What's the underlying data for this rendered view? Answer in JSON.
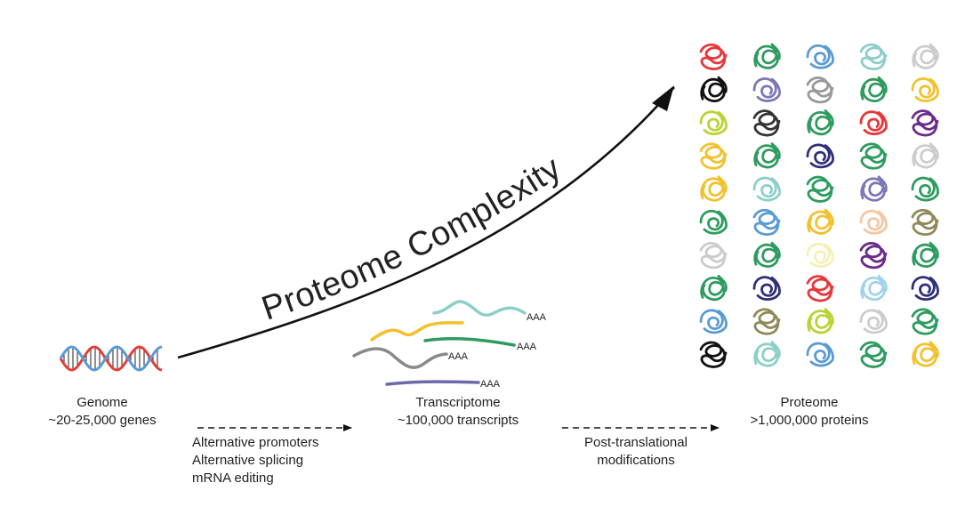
{
  "title": "Proteome Complexity",
  "genome": {
    "name": "Genome",
    "count": "~20-25,000 genes"
  },
  "transcriptome": {
    "name": "Transcriptome",
    "count": "~100,000 transcripts",
    "tail_label": "AAA"
  },
  "proteome": {
    "name": "Proteome",
    "count": ">1,000,000 proteins"
  },
  "steps_1": [
    "Alternative promoters",
    "Alternative splicing",
    "mRNA editing"
  ],
  "steps_2": [
    "Post-translational",
    "modifications"
  ],
  "colors": {
    "dna_red": "#e0413a",
    "dna_blue": "#5b9bd5",
    "arrow": "#111111",
    "transcripts": [
      "#8ccfc8",
      "#f2c12e",
      "#2e9b5f",
      "#8a8a8a",
      "#6a6aa8"
    ],
    "protein_grid": [
      [
        "#e8363a",
        "#2e9b5f",
        "#5b9bd5",
        "#8ccfc8",
        "#cccccc"
      ],
      [
        "#111111",
        "#7b78b8",
        "#9a9a9a",
        "#2e9b5f",
        "#f2c12e"
      ],
      [
        "#b8d432",
        "#333333",
        "#2e9b5f",
        "#e8363a",
        "#6b2b8a"
      ],
      [
        "#f2c12e",
        "#2e9b5f",
        "#2f2f7a",
        "#2e9b5f",
        "#cccccc"
      ],
      [
        "#f2c12e",
        "#8ccfc8",
        "#2e9b5f",
        "#7b78b8",
        "#2e9b5f"
      ],
      [
        "#2e9b5f",
        "#5b9bd5",
        "#f2c12e",
        "#f4c7a0",
        "#8f8a5a"
      ],
      [
        "#cccccc",
        "#2e9b5f",
        "#f5f0b8",
        "#6b2b8a",
        "#2e9b5f"
      ],
      [
        "#2e9b5f",
        "#2f2f7a",
        "#e8363a",
        "#9fd3ea",
        "#2f2f7a"
      ],
      [
        "#5b9bd5",
        "#8f8a5a",
        "#b8d432",
        "#cccccc",
        "#2e9b5f"
      ],
      [
        "#111111",
        "#8ccfc8",
        "#5b9bd5",
        "#2e9b5f",
        "#f2c12e"
      ]
    ]
  }
}
